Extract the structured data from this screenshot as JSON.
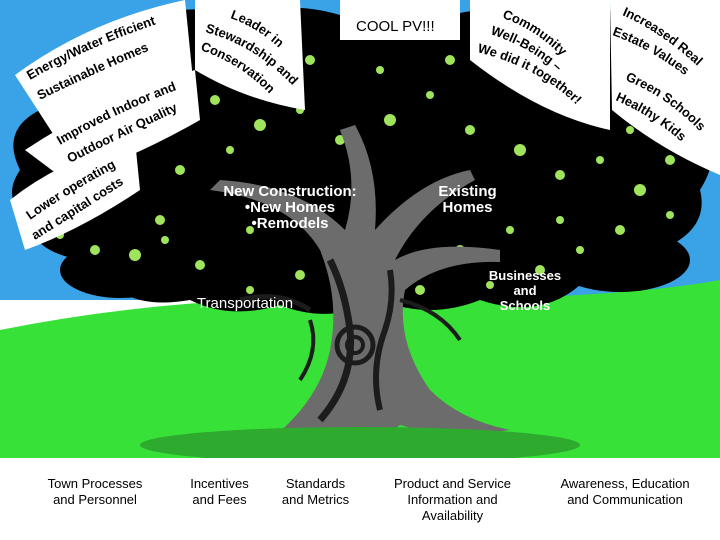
{
  "slide": {
    "title": "COOL PV!!!",
    "colors": {
      "sky": "#3aa2e6",
      "grass": "#38e138",
      "foliage": "#000000",
      "leaf_spot": "#9fe45c",
      "trunk": "#6c6c6c",
      "trunk_dark": "#1c1c1c",
      "text_on_black": "#ffffff",
      "text": "#000000"
    }
  },
  "arc_labels": {
    "energy": [
      "Energy/Water Efficient",
      "Sustainable Homes"
    ],
    "air": [
      "Improved Indoor and",
      "Outdoor Air Quality"
    ],
    "costs": [
      "Lower operating",
      "and capital costs"
    ],
    "stewardship": [
      "Leader in",
      "Stewardship and",
      "Conservation"
    ],
    "community": [
      "Community",
      "Well-Being –",
      "We did it together!"
    ],
    "estate": [
      "Increased Real",
      "Estate Values"
    ],
    "green": [
      "Green Schools",
      "Healthy Kids"
    ]
  },
  "branches": {
    "new_construction": [
      "New Construction:",
      "•New Homes",
      "•Remodels"
    ],
    "existing": [
      "Existing",
      "Homes"
    ],
    "businesses": [
      "Businesses",
      "and",
      "Schools"
    ],
    "transportation": "Transportation"
  },
  "roots": [
    [
      "Town Processes",
      "and Personnel"
    ],
    [
      "Incentives",
      "and Fees"
    ],
    [
      "Standards",
      "and Metrics"
    ],
    [
      "Product  and Service",
      "Information and",
      "Availability"
    ],
    [
      "Awareness, Education",
      "and Communication"
    ]
  ]
}
